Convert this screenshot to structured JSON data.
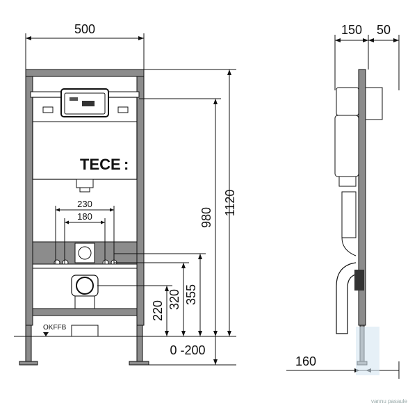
{
  "dimensions": {
    "width": "500",
    "depth_150": "150",
    "depth_50": "50",
    "rail_230": "230",
    "rail_180": "180",
    "height_980": "980",
    "height_1120": "1120",
    "height_220": "220",
    "height_320": "320",
    "height_355": "355",
    "adjust": "0 -200",
    "foot_160": "160"
  },
  "brand": "TECE",
  "floor_label": "OKFFB",
  "watermark": "vannu pasaule",
  "colors": {
    "frame_fill": "#8c8c8c",
    "line": "#111111",
    "accent": "#d6e6f2"
  }
}
